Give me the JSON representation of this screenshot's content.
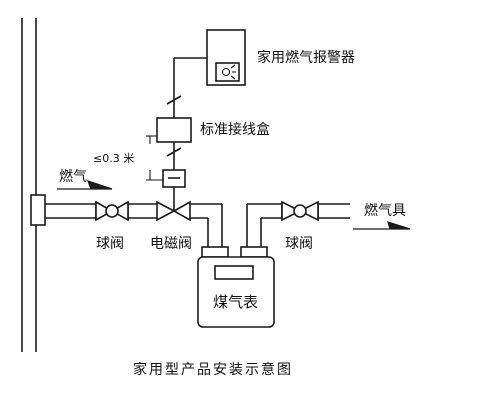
{
  "diagram": {
    "caption": "家用型产品安装示意图",
    "labels": {
      "alarm": "家用燃气报警器",
      "junction_box": "标准接线盒",
      "distance": "≤0.3 米",
      "gas_in": "燃气",
      "gas_out": "燃气具",
      "ball_valve_left": "球阀",
      "solenoid_valve": "电磁阀",
      "ball_valve_right": "球阀",
      "gas_meter": "煤气表"
    }
  }
}
